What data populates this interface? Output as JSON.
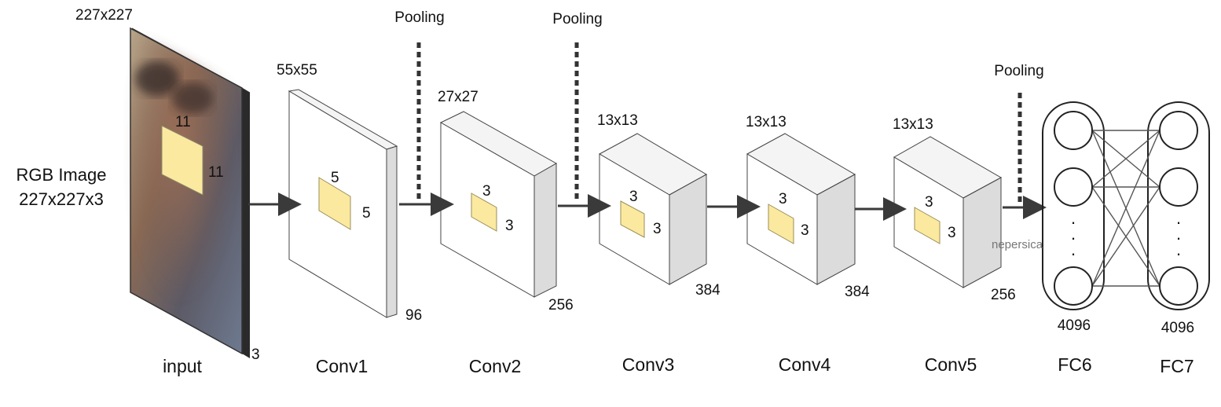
{
  "input": {
    "size_label": "227x227",
    "kernel_h": "11",
    "kernel_w": "11",
    "depth": "3",
    "desc_line1": "RGB Image",
    "desc_line2": "227x227x3",
    "name": "input"
  },
  "layers": [
    {
      "name": "Conv1",
      "size": "55x55",
      "kernel_h": "5",
      "kernel_w": "5",
      "depth": "96"
    },
    {
      "name": "Conv2",
      "size": "27x27",
      "kernel_h": "3",
      "kernel_w": "3",
      "depth": "256"
    },
    {
      "name": "Conv3",
      "size": "13x13",
      "kernel_h": "3",
      "kernel_w": "3",
      "depth": "384"
    },
    {
      "name": "Conv4",
      "size": "13x13",
      "kernel_h": "3",
      "kernel_w": "3",
      "depth": "384"
    },
    {
      "name": "Conv5",
      "size": "13x13",
      "kernel_h": "3",
      "kernel_w": "3",
      "depth": "256"
    }
  ],
  "pooling": [
    "Pooling",
    "Pooling",
    "Pooling"
  ],
  "fc": [
    {
      "name": "FC6",
      "units": "4096"
    },
    {
      "name": "FC7",
      "units": "4096"
    }
  ],
  "ellipsis": "·",
  "watermark": "nepersica",
  "colors": {
    "box_face": "#ffffff",
    "box_side": "#dcdcdc",
    "box_top": "#f4f4f4",
    "kernel": "#fbe9a0",
    "stroke": "#3a3a3a"
  }
}
